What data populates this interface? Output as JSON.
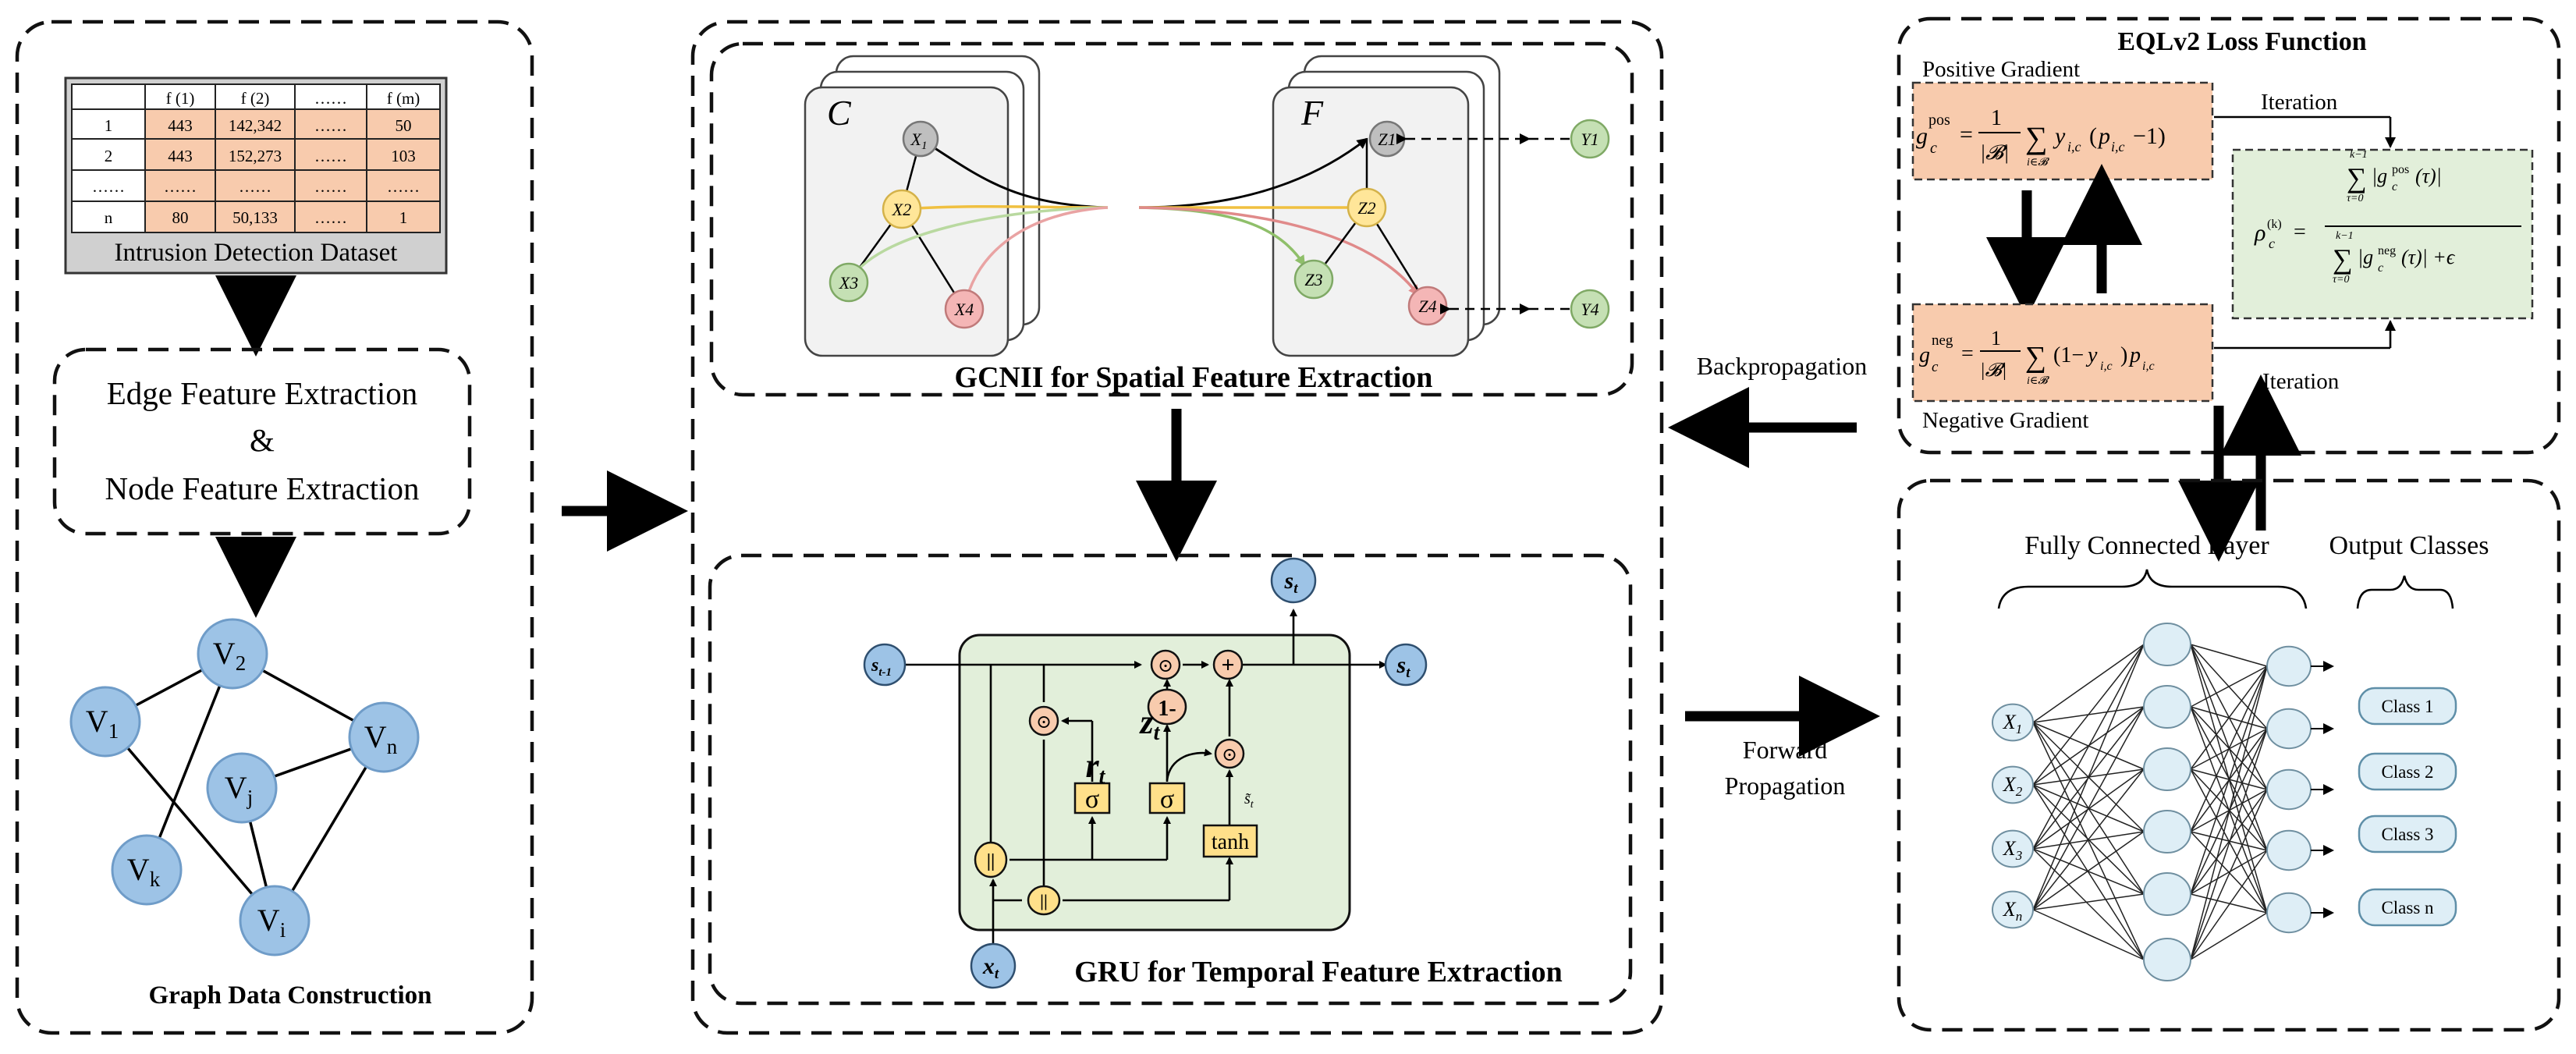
{
  "panel_graph": {
    "table": {
      "headers": [
        "",
        "f (1)",
        "f (2)",
        "……",
        "f (m)"
      ],
      "rows": [
        [
          "1",
          "443",
          "142,342",
          "……",
          "50"
        ],
        [
          "2",
          "443",
          "152,273",
          "……",
          "103"
        ],
        [
          "……",
          "……",
          "……",
          "……",
          "……"
        ],
        [
          "n",
          "80",
          "50,133",
          "……",
          "1"
        ]
      ],
      "caption": "Intrusion Detection Dataset"
    },
    "feature_box": {
      "line1": "Edge Feature Extraction",
      "line2": "&",
      "line3": "Node Feature Extraction"
    },
    "nodes": {
      "v1": "V",
      "v1_sub": "1",
      "v2": "V",
      "v2_sub": "2",
      "vn": "V",
      "vn_sub": "n",
      "vj": "V",
      "vj_sub": "j",
      "vk": "V",
      "vk_sub": "k",
      "vi": "V",
      "vi_sub": "i"
    },
    "title": "Graph Data Construction"
  },
  "panel_gcn": {
    "left_card_label": "C",
    "right_card_label": "F",
    "left_nodes": {
      "x1": "X",
      "x1_sub": "1",
      "x2": "X2",
      "x3": "X3",
      "x4": "X4"
    },
    "right_nodes": {
      "z1": "Z1",
      "z2": "Z2",
      "z3": "Z3",
      "z4": "Z4"
    },
    "outputs": {
      "y1": "Y1",
      "y4": "Y4"
    },
    "title": "GCNII for Spatial Feature Extraction"
  },
  "panel_gru": {
    "s_prev": "s",
    "s_prev_sub": "t-1",
    "s_top": "s",
    "s_top_sub": "t",
    "s_out": "s",
    "s_out_sub": "t",
    "x_in": "x",
    "x_in_sub": "t",
    "r_gate": "r",
    "r_gate_sub": "t",
    "z_gate": "z",
    "z_gate_sub": "t",
    "sigma": "σ",
    "tanh": "tanh",
    "one_minus": "1-",
    "plus": "+",
    "concat": "||",
    "hadamard": "⊙",
    "candidate": "s̃",
    "candidate_sub": "t",
    "title": "GRU for Temporal Feature Extraction"
  },
  "panel_loss": {
    "title": "EQLv2 Loss Function",
    "positive_label": "Positive Gradient",
    "negative_label": "Negative Gradient",
    "iteration_top": "Iteration",
    "iteration_bottom": "Iteration",
    "pos_formula": "g_c^pos = (1/|B|) Σ_{i∈B} y_{i,c}(p_{i,c} − 1)",
    "neg_formula": "g_c^neg = (1/|B|) Σ_{i∈B} (1 − y_{i,c}) p_{i,c}",
    "rho_formula": "ρ_c^(k) = Σ_{τ=0}^{k−1} |g_c^pos(τ)| / (Σ_{τ=0}^{k−1} |g_c^neg(τ)| + ϵ)"
  },
  "panel_fc": {
    "fc_label": "Fully Connected Layer",
    "out_label": "Output Classes",
    "inputs": [
      {
        "t": "X",
        "sub": "1"
      },
      {
        "t": "X",
        "sub": "2"
      },
      {
        "t": "X",
        "sub": "3"
      },
      {
        "t": "X",
        "sub": "n"
      }
    ],
    "classes": [
      "Class 1",
      "Class 2",
      "Class 3",
      "Class n"
    ]
  },
  "arrows": {
    "backprop": "Backpropagation",
    "forward_1": "Forward",
    "forward_2": "Propagation"
  },
  "colors": {
    "node_blue": "#9dc3e6",
    "peach": "#f8cbad",
    "mint": "#e2efda",
    "gru_green": "#e2efda",
    "yellow_node": "#ffe699",
    "gray_node": "#bfbfbf",
    "green_node": "#c5e0b4",
    "pink_node": "#f4b6b6",
    "gate_yellow": "#ffe08a",
    "light_blue_nn": "#deeef6"
  }
}
